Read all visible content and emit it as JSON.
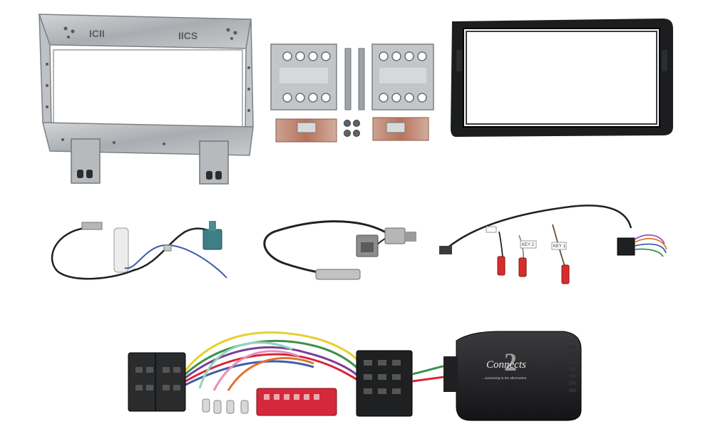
{
  "cage": {
    "stamp_left": "ICII",
    "stamp_right": "IICS"
  },
  "steering_interface": {
    "brand": "Connects",
    "brand_number": "2",
    "tagline": "...connecting to the aftermarket"
  },
  "steering_lead": {
    "tag_key2": "KEY 2",
    "tag_key1": "KEY 1"
  },
  "colors": {
    "galvanised_metal": "#b9bcbf",
    "fascia_black": "#1c1d1f",
    "fakra_green": "#3e7f86",
    "connector_grey": "#8c8d8f",
    "iso_red": "#d4283b",
    "bullet_red": "#d92b2b",
    "copper_plate": "#b8735d"
  }
}
